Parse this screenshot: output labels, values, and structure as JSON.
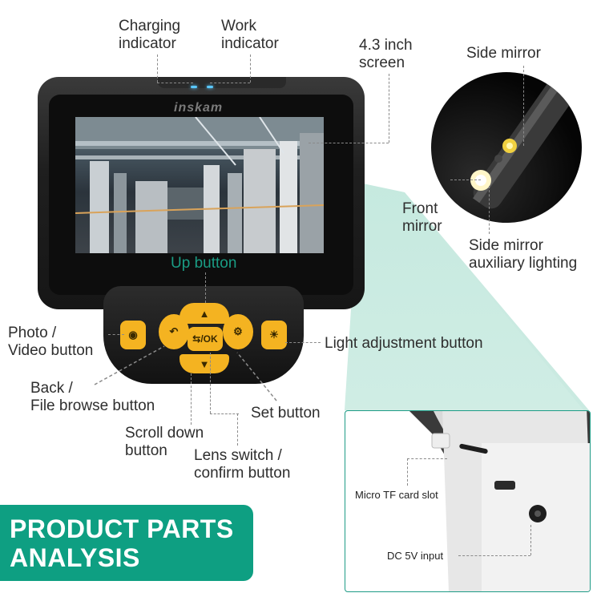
{
  "labels": {
    "charging_indicator": "Charging\nindicator",
    "work_indicator": "Work\nindicator",
    "screen": "4.3 inch\nscreen",
    "side_mirror": "Side mirror",
    "front_mirror": "Front\nmirror",
    "side_mirror_lighting": "Side mirror\nauxiliary lighting",
    "up_button": "Up button",
    "photo_video_button": "Photo /\nVideo button",
    "light_adjustment_button": "Light adjustment button",
    "back_file_browse_button": "Back /\nFile browse button",
    "set_button": "Set button",
    "scroll_down_button": "Scroll down\nbutton",
    "lens_switch_confirm_button": "Lens switch /\nconfirm button",
    "micro_tf_card_slot": "Micro TF card slot",
    "dc_input": "DC 5V input"
  },
  "device": {
    "brand": "inskam",
    "key_ok": "⇆/OK"
  },
  "banner": {
    "title": "PRODUCT PARTS\nANALYSIS"
  },
  "colors": {
    "accent_teal": "#1a9c84",
    "banner_bg": "#0e9f82",
    "key_yellow": "#f4b321",
    "led_blue": "#5ac8ff"
  }
}
